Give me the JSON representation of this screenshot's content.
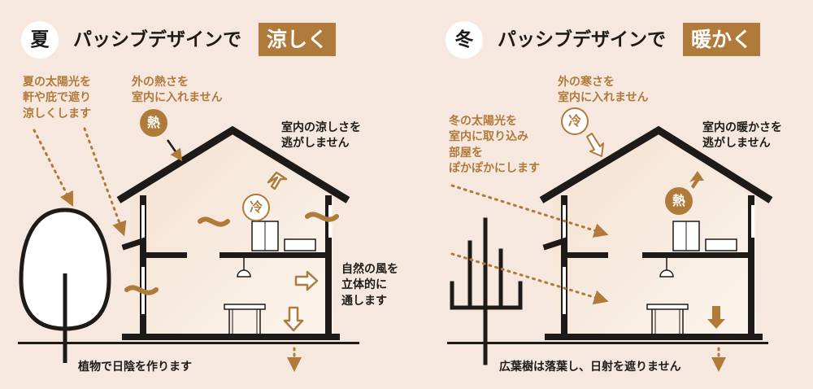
{
  "summer": {
    "season": "夏",
    "heading": "パッシブデザインで",
    "badge": "涼しく",
    "sun_note": "夏の太陽光を\n軒や庇で遮り\n涼しくします",
    "heat_note": "外の熱さを\n室内に入れません",
    "heat_icon": "熱",
    "cool_icon": "冷",
    "keep_note": "室内の涼しさを\n逃がしません",
    "wind_note": "自然の風を\n立体的に\n通します",
    "tree_note": "植物で日陰を作ります"
  },
  "winter": {
    "season": "冬",
    "heading": "パッシブデザインで",
    "badge": "暖かく",
    "sun_note": "冬の太陽光を\n室内に取り込み\n部屋を\nぽかぽかにします",
    "cold_note": "外の寒さを\n室内に入れません",
    "cold_icon": "冷",
    "heat_icon": "熱",
    "keep_note": "室内の暖かさを\n逃がしません",
    "tree_note": "広葉樹は落葉し、日射を遮りません"
  },
  "colors": {
    "accent": "#b07a3a",
    "dark": "#1e1a18",
    "background": "#f6e8de"
  }
}
